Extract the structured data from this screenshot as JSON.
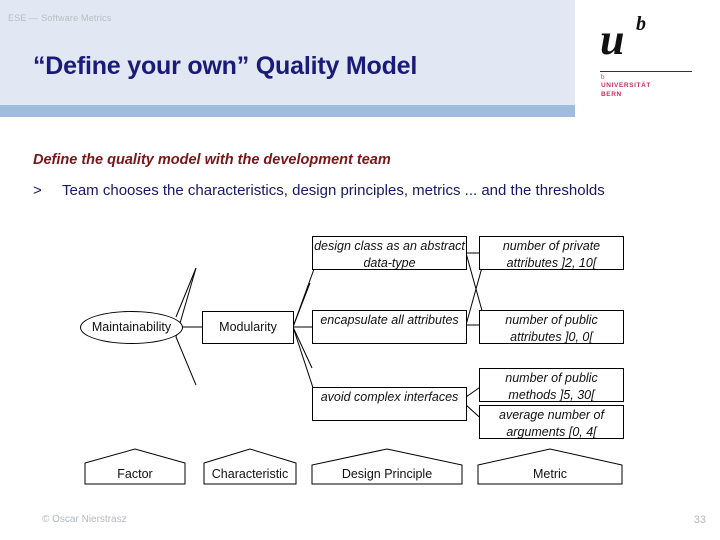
{
  "header": {
    "eyebrow": "ESE — Software Metrics",
    "title": "“Define your own” Quality Model",
    "logo": {
      "u": "u",
      "b": "b",
      "tick": "b",
      "line1": "UNIVERSITÄT",
      "line2": "BERN",
      "accent_color": "#c8325a"
    },
    "band_color": "#e1e8f3",
    "stripe_color": "#9fbcdd",
    "title_color": "#1a1a78"
  },
  "body": {
    "lead": "Define the quality model with the development team",
    "bullet_marker": ">",
    "bullet_text": "Team chooses the characteristics, design principles, metrics ... and the thresholds",
    "lead_color": "#7b1616",
    "bullet_color": "#17176b"
  },
  "diagram": {
    "factor": "Maintainability",
    "characteristic": "Modularity",
    "design_principles": [
      "design class as an abstract data-type",
      "encapsulate all attributes",
      "avoid complex interfaces"
    ],
    "metrics": [
      "number of private attributes ]2, 10[",
      "number of public attributes ]0, 0[",
      "number of public methods ]5, 30[",
      "average number of arguments [0, 4["
    ],
    "legend": [
      "Factor",
      "Characteristic",
      "Design Principle",
      "Metric"
    ]
  },
  "footer": {
    "copyright": "© Oscar Nierstrasz",
    "page": "33",
    "color": "#b4b9bf"
  }
}
